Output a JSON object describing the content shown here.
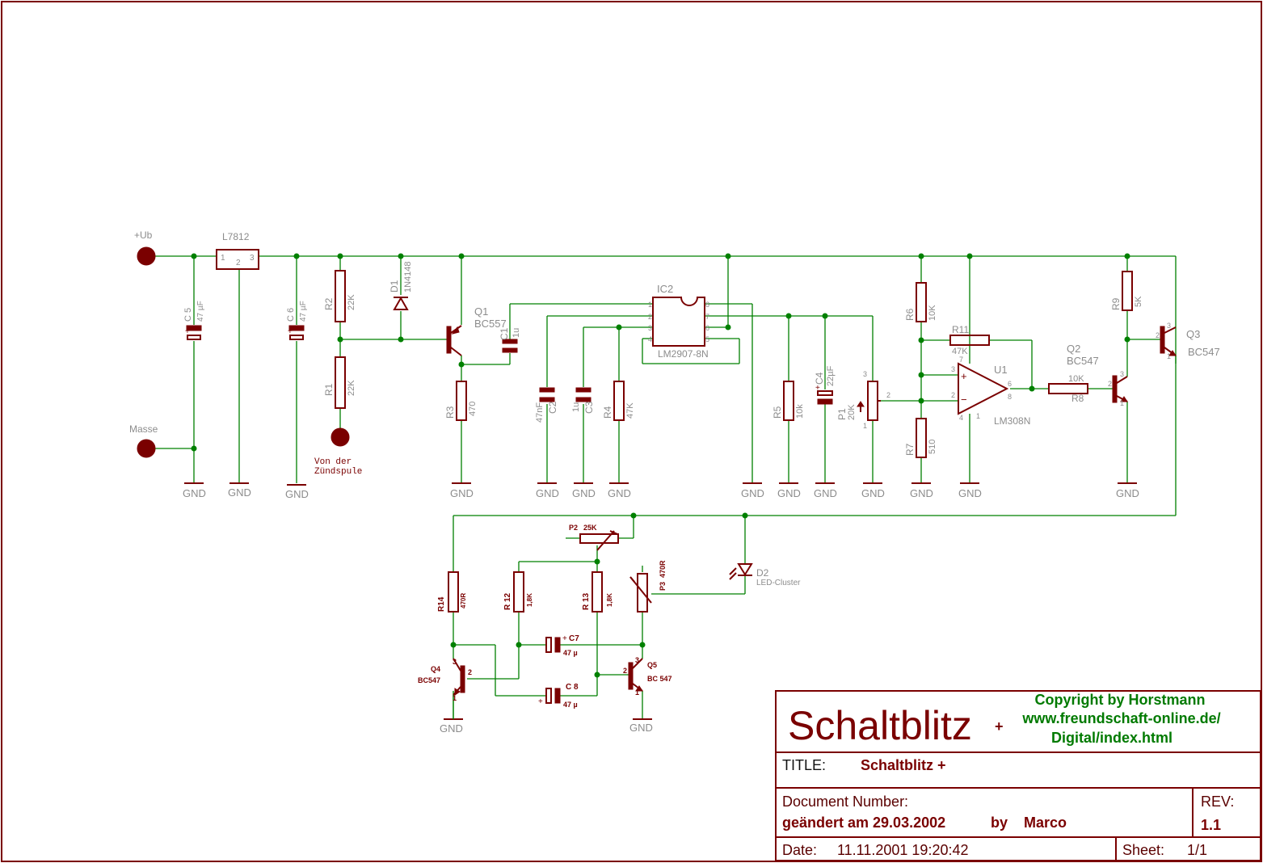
{
  "terminals": {
    "ub": "+Ub",
    "masse": "Masse",
    "zuend": [
      "Von der",
      "Zündspule"
    ]
  },
  "gnd_label": "GND",
  "regulator": {
    "name": "L7812",
    "pins": [
      "1",
      "2",
      "3"
    ]
  },
  "components": {
    "c5": {
      "ref": "C 5",
      "value": "47 µF",
      "plus": "+"
    },
    "c6": {
      "ref": "C 6",
      "value": "47 µF",
      "plus": "+"
    },
    "r1": {
      "ref": "R1",
      "value": "22K"
    },
    "r2": {
      "ref": "R2",
      "value": "22K"
    },
    "d1": {
      "ref": "D1",
      "value": "1N4148"
    },
    "q1": {
      "ref": "Q1",
      "value": "BC557"
    },
    "c1": {
      "ref": "C1",
      "value": "1u"
    },
    "r3": {
      "ref": "R3",
      "value": "470"
    },
    "ic2": {
      "ref": "IC2",
      "value": "LM2907-8N",
      "pins_left": [
        "1",
        "2",
        "3",
        "4"
      ],
      "pins_right": [
        "8",
        "7",
        "6",
        "5"
      ]
    },
    "c2": {
      "ref": "C2",
      "value": "47nF"
    },
    "c3": {
      "ref": "C3",
      "value": "1u"
    },
    "r4": {
      "ref": "R4",
      "value": "47K"
    },
    "r5": {
      "ref": "R5",
      "value": "10k"
    },
    "c4": {
      "ref": "C4",
      "value": "22µF",
      "plus": "+"
    },
    "p1": {
      "ref": "P1",
      "value": "20K",
      "pins": [
        "3",
        "2",
        "1"
      ]
    },
    "r6": {
      "ref": "R6",
      "value": "10K"
    },
    "r7": {
      "ref": "R7",
      "value": "510"
    },
    "r11": {
      "ref": "R11",
      "value": "47K"
    },
    "u1": {
      "ref": "U1",
      "value": "LM308N",
      "pins": [
        "3",
        "2",
        "7",
        "4",
        "6",
        "1",
        "8"
      ],
      "plus": "+",
      "minus": "−"
    },
    "r8": {
      "ref": "R8",
      "value": "10K"
    },
    "q2": {
      "ref": "Q2",
      "value": "BC547",
      "pins": [
        "3",
        "2",
        "1"
      ]
    },
    "r9": {
      "ref": "R9",
      "value": "5K"
    },
    "q3": {
      "ref": "Q3",
      "value": "BC547",
      "pins": [
        "3",
        "2",
        "1"
      ]
    },
    "p2": {
      "ref": "P2",
      "value": "25K"
    },
    "d2": {
      "ref": "D2",
      "value": "LED-Cluster"
    },
    "r14": {
      "ref": "R14",
      "value": "470R"
    },
    "r12": {
      "ref": "R 12",
      "value": "1,8K"
    },
    "r13": {
      "ref": "R 13",
      "value": "1,8K"
    },
    "p3": {
      "ref": "P3",
      "value": "470R"
    },
    "c7": {
      "ref": "C7",
      "value": "47 µ",
      "plus": "+"
    },
    "c8": {
      "ref": "C 8",
      "value": "47 µ",
      "plus": "+"
    },
    "q4": {
      "ref": "Q4",
      "value": "BC547",
      "pins": [
        "3",
        "2",
        "1"
      ]
    },
    "q5": {
      "ref": "Q5",
      "value": "BC 547",
      "pins": [
        "3",
        "2",
        "1"
      ]
    }
  },
  "title_block": {
    "big_title": "Schaltblitz",
    "plus": "+",
    "copyright": [
      "Copyright by Horstmann",
      "www.freundschaft-online.de/",
      "Digital/index.html"
    ],
    "title_label": "TITLE:",
    "title_value": "Schaltblitz  +",
    "doc_label": "Document Number:",
    "doc_value": "geändert am 29.03.2002",
    "by_label": "by",
    "author": "Marco",
    "rev_label": "REV:",
    "rev_value": "1.1",
    "date_label": "Date:",
    "date_value": "11.11.2001 19:20:42",
    "sheet_label": "Sheet:",
    "sheet_value": "1/1"
  }
}
